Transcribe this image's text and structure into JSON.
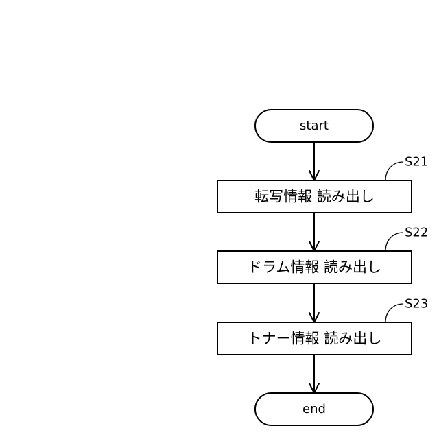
{
  "flowchart": {
    "start": {
      "label": "start"
    },
    "steps": [
      {
        "id": "S21",
        "label": "転写情報 読み出し"
      },
      {
        "id": "S22",
        "label": "ドラム情報 読み出し"
      },
      {
        "id": "S23",
        "label": "トナー情報 読み出し"
      }
    ],
    "end": {
      "label": "end"
    }
  }
}
